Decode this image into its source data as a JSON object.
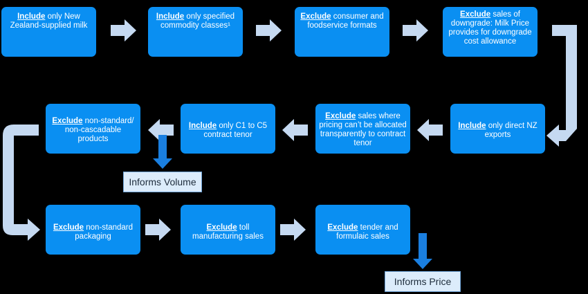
{
  "colors": {
    "background": "#000000",
    "box_fill": "#0a8ff2",
    "arrow_fill": "#c5d9f1",
    "label_fill": "#dcecfb",
    "label_border": "#6fa4d8"
  },
  "steps": [
    {
      "keyword": "Include",
      "text": " only New Zealand-supplied milk"
    },
    {
      "keyword": "Include",
      "text": " only specified commodity classes¹"
    },
    {
      "keyword": "Exclude",
      "text": " consumer and foodservice formats"
    },
    {
      "keyword": "Exclude",
      "text": " sales of downgrade: Milk Price provides for downgrade cost allowance"
    },
    {
      "keyword": "Include",
      "text": " only direct NZ exports"
    },
    {
      "keyword": "Exclude",
      "text": " sales where pricing can’t be allocated transparently to contract tenor"
    },
    {
      "keyword": "Include",
      "text": " only C1 to C5 contract tenor"
    },
    {
      "keyword": "Exclude",
      "text": " non-standard/ non-cascadable products"
    },
    {
      "keyword": "Exclude",
      "text": " non-standard packaging"
    },
    {
      "keyword": "Exclude",
      "text": " toll manufacturing sales"
    },
    {
      "keyword": "Exclude",
      "text": " tender and formulaic sales"
    }
  ],
  "outputs": {
    "volume": "Informs Volume",
    "price": "Informs Price"
  }
}
